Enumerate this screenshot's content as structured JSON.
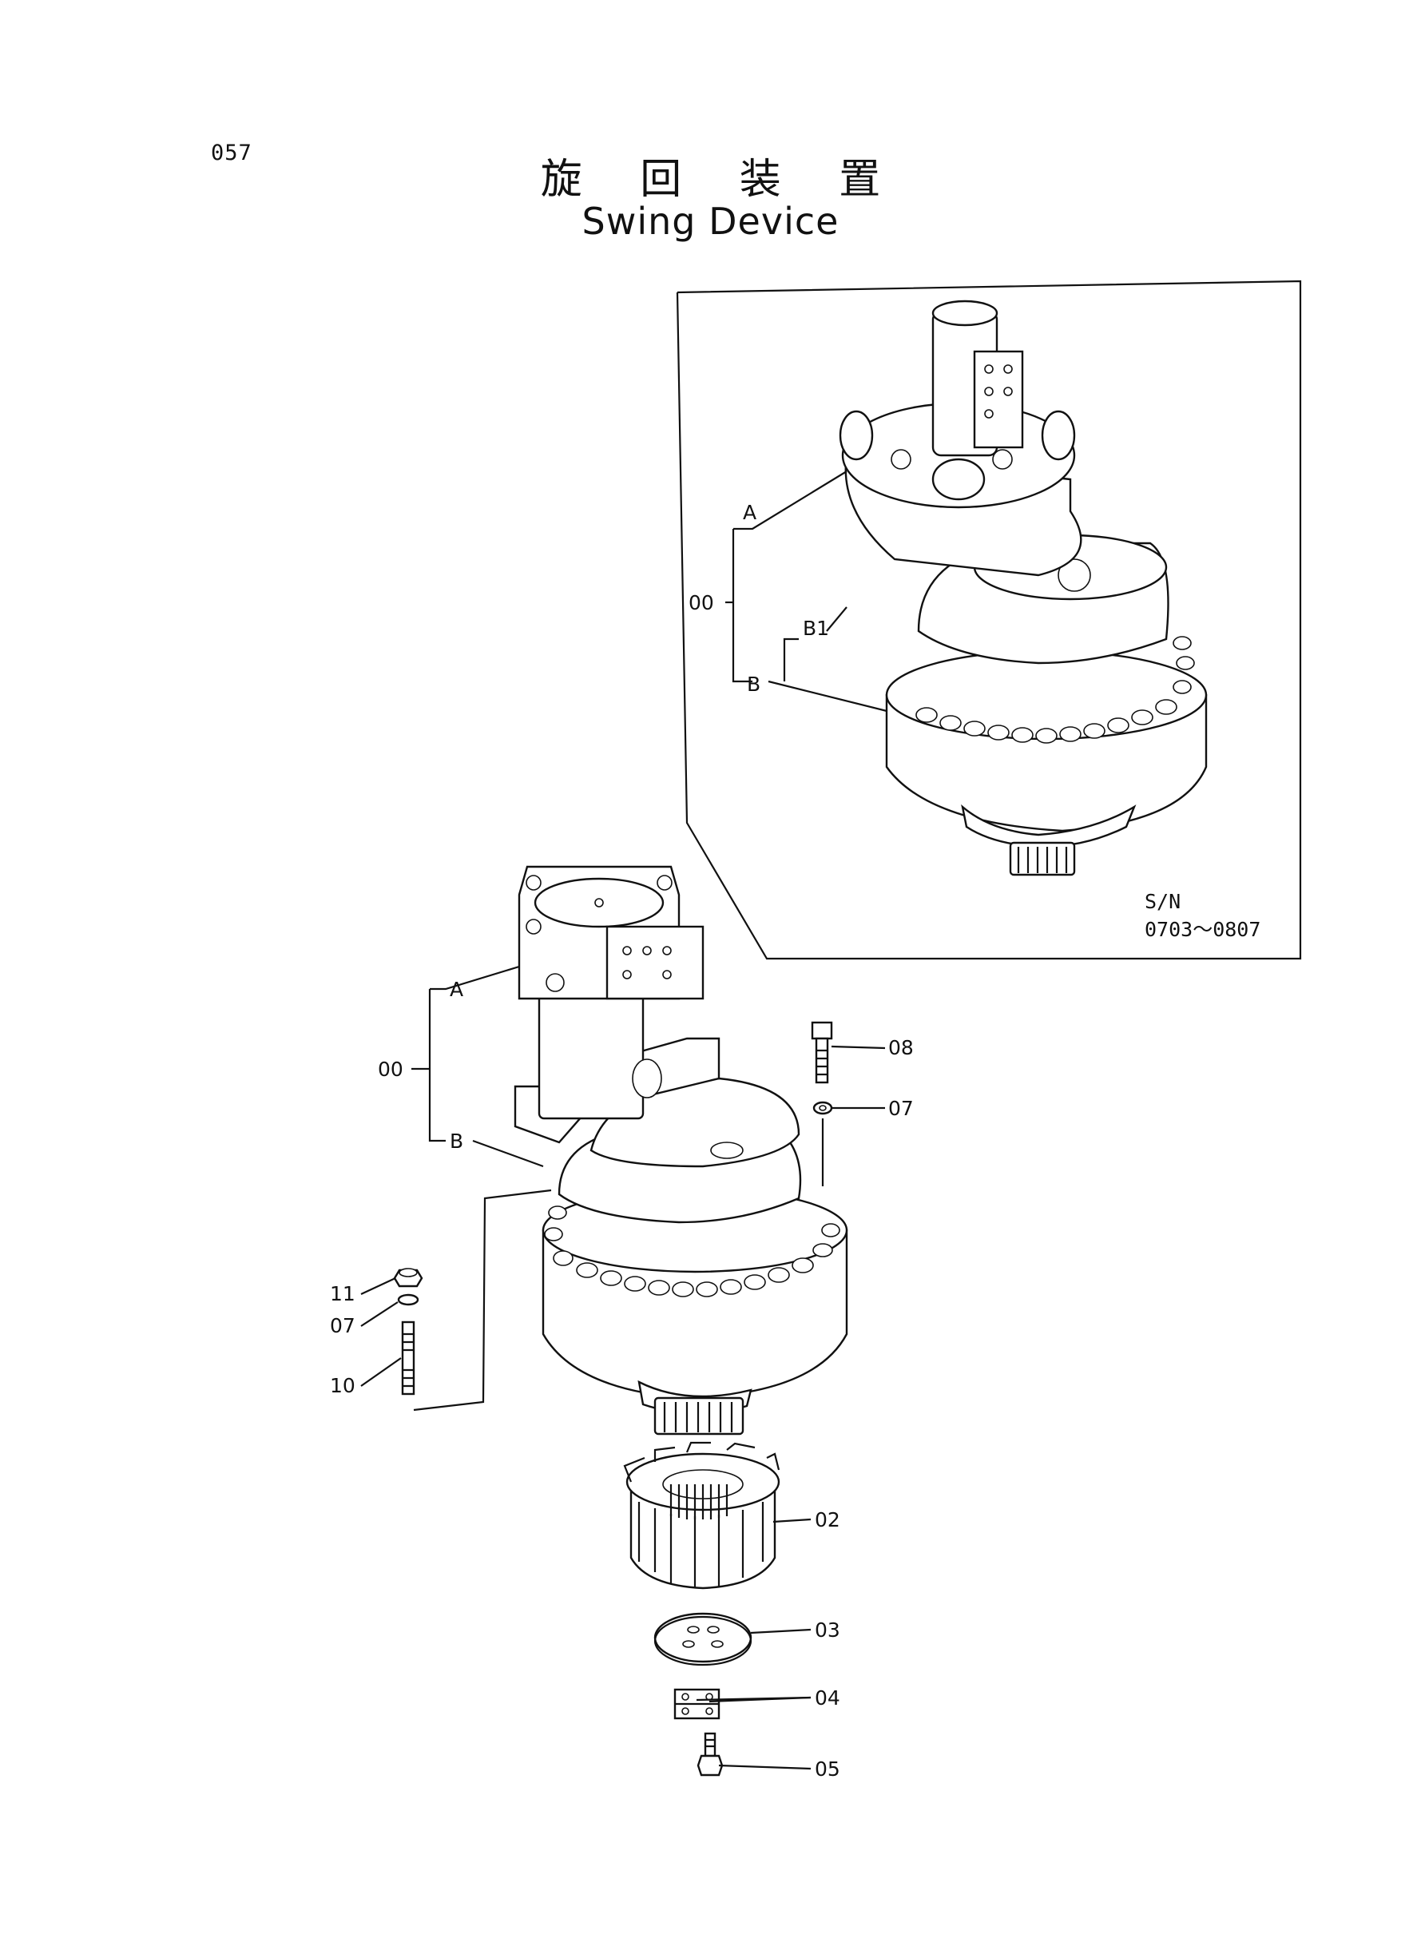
{
  "page_number": "057",
  "title_japanese": "旋 回 装 置",
  "title_english": "Swing Device",
  "inset": {
    "serial_label": "S/N",
    "serial_range": "0703～0807",
    "callouts": {
      "assembly": "00",
      "a": "A",
      "b": "B",
      "b1": "B1"
    }
  },
  "main": {
    "callouts": {
      "assembly": "00",
      "a": "A",
      "b": "B",
      "bolt": "08",
      "washer_right": "07",
      "nut": "11",
      "washer_left": "07",
      "stud": "10",
      "pinion": "02",
      "plate": "03",
      "lock_plate": "04",
      "bolt_small": "05"
    }
  }
}
